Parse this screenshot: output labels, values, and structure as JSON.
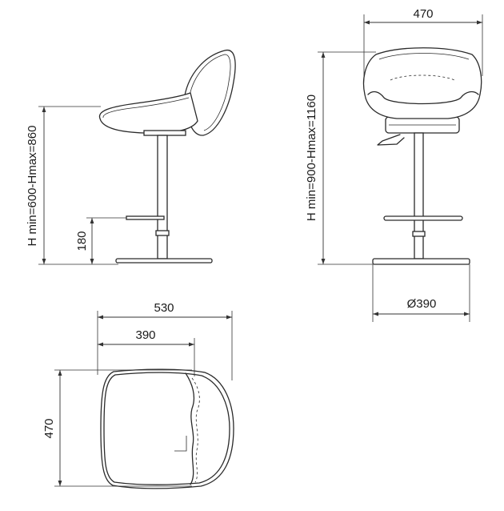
{
  "side_view": {
    "height_label": "H min=600-Hmax=860",
    "footrest_label": "180"
  },
  "front_view": {
    "width_label": "470",
    "height_label": "H min=900-Hmax=1160",
    "base_label": "Ø390"
  },
  "top_view": {
    "depth_label": "530",
    "seat_label": "390",
    "width_label": "470"
  }
}
